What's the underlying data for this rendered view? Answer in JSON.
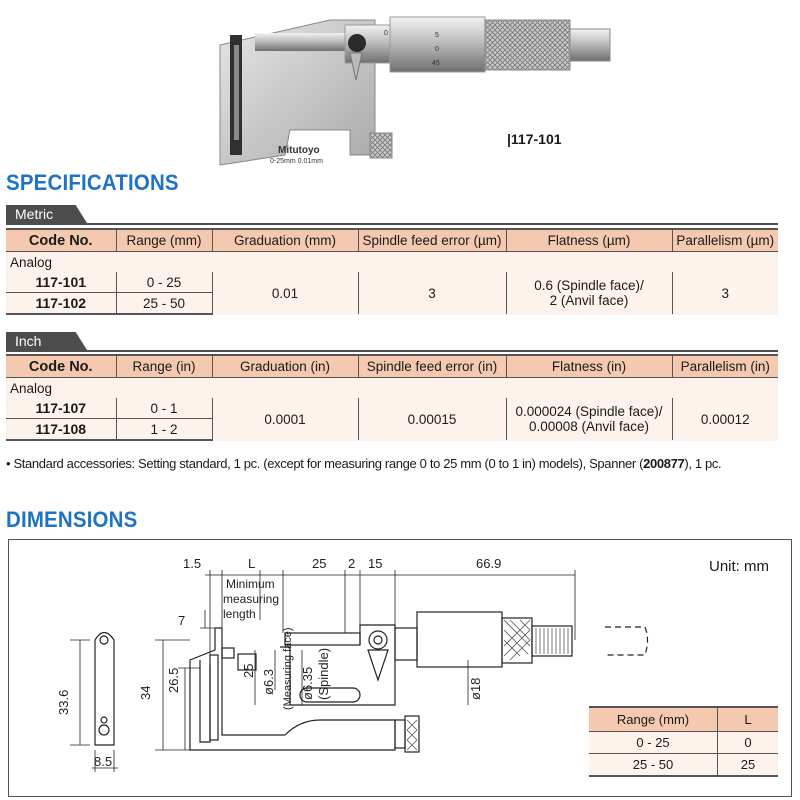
{
  "product": {
    "model_label": "117-101",
    "brand": "Mitutoyo",
    "scale_text": "0-25mm   0.01mm",
    "thimble_marks": [
      "0",
      "5",
      "0",
      "45"
    ]
  },
  "specifications": {
    "title": "SPECIFICATIONS",
    "metric": {
      "label": "Metric",
      "headers": [
        "Code No.",
        "Range (mm)",
        "Graduation (mm)",
        "Spindle feed error (µm)",
        "Flatness (µm)",
        "Parallelism (µm)"
      ],
      "group": "Analog",
      "rows": [
        {
          "code": "117-101",
          "range": "0 - 25"
        },
        {
          "code": "117-102",
          "range": "25 - 50"
        }
      ],
      "graduation": "0.01",
      "feed_error": "3",
      "flatness_1": "0.6 (Spindle face)/",
      "flatness_2": "2 (Anvil face)",
      "parallelism": "3"
    },
    "inch": {
      "label": "Inch",
      "headers": [
        "Code No.",
        "Range (in)",
        "Graduation (in)",
        "Spindle feed error (in)",
        "Flatness (in)",
        "Parallelism (in)"
      ],
      "group": "Analog",
      "rows": [
        {
          "code": "117-107",
          "range": "0 - 1"
        },
        {
          "code": "117-108",
          "range": "1 - 2"
        }
      ],
      "graduation": "0.0001",
      "feed_error": "0.00015",
      "flatness_1": "0.000024 (Spindle face)/",
      "flatness_2": "0.00008 (Anvil face)",
      "parallelism": "0.00012"
    },
    "note_a": "• Standard accessories: Setting standard, 1 pc. (except for measuring range 0 to 25 mm (0 to 1 in) models), Spanner (",
    "note_code": "200877",
    "note_b": "), 1 pc."
  },
  "dimensions": {
    "title": "DIMENSIONS",
    "unit": "Unit: mm",
    "labels": {
      "d1_5": "1.5",
      "dL": "L",
      "d25": "25",
      "d2": "2",
      "d15": "15",
      "d66_9": "66.9",
      "min1": "Minimum",
      "min2": "measuring",
      "min3": "length",
      "d7": "7",
      "d26_5": "26.5",
      "d34": "34",
      "d25v": "25",
      "d6_3": "ø6.3",
      "meas_face": "(Measuring face)",
      "d6_35": "ø6.35",
      "spindle": "(Spindle)",
      "d18": "ø18",
      "d33_6": "33.6",
      "d8_5": "8.5"
    },
    "range_table": {
      "headers": [
        "Range (mm)",
        "L"
      ],
      "rows": [
        [
          "0 - 25",
          "0"
        ],
        [
          "25 - 50",
          "25"
        ]
      ]
    }
  }
}
